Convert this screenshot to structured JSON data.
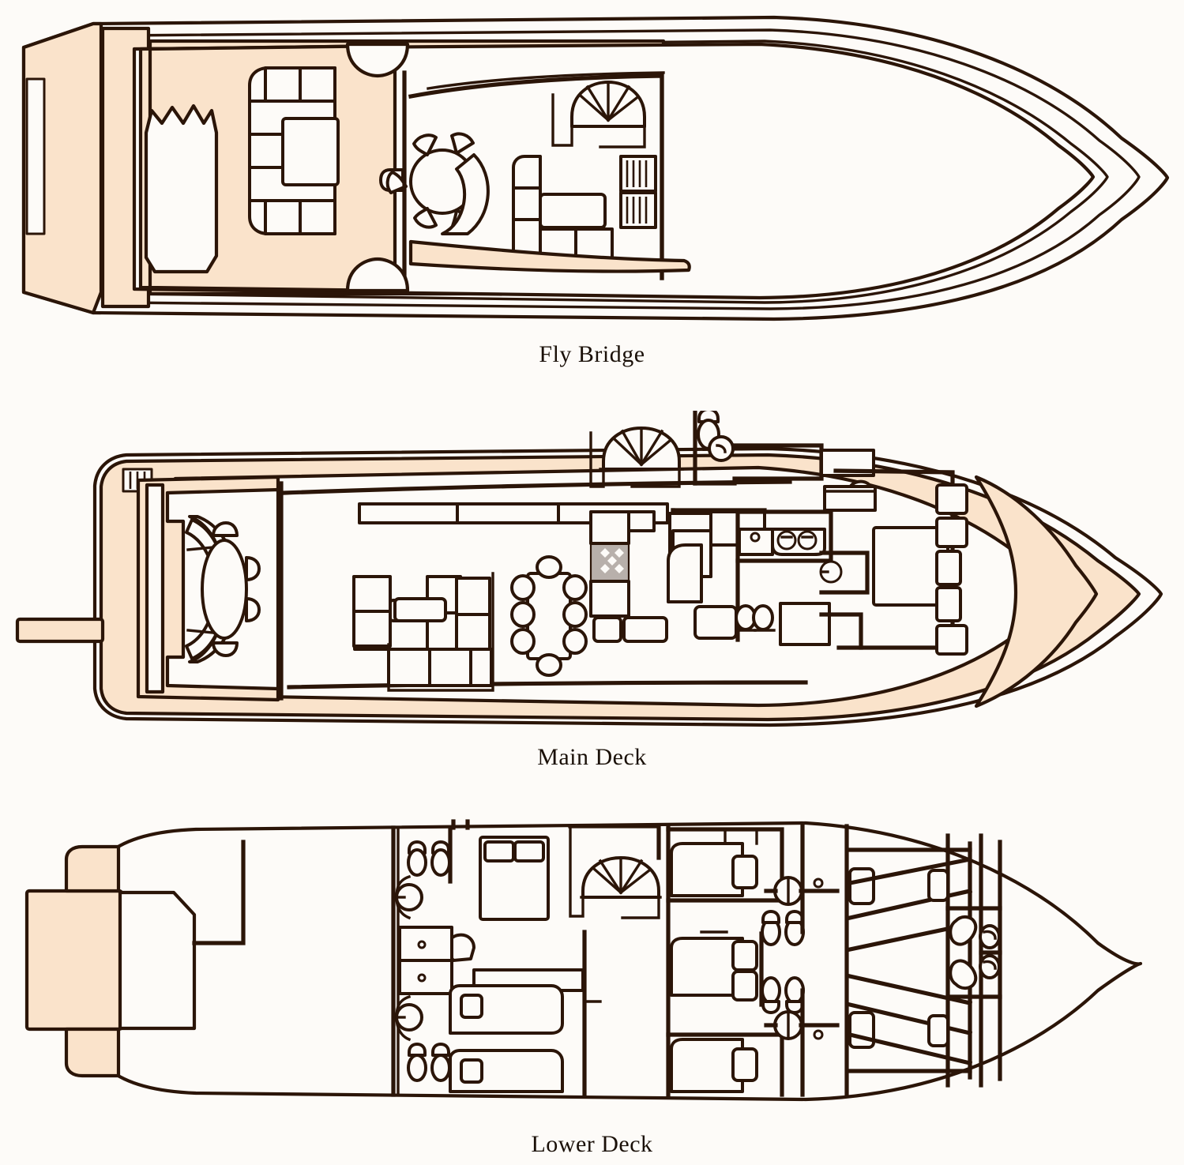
{
  "document": {
    "title": "Yacht General Arrangement Deck Plans",
    "type": "deck-plan-diagram",
    "orientation": "stern-left-bow-right",
    "decks_count": 3
  },
  "palette": {
    "line": "#2b1508",
    "deck_fill": "#fae3cb",
    "interior_fill": "#fdfbf8",
    "page_background": "#fdfbf8",
    "tile_gray": "#b8b0ab"
  },
  "decks": [
    {
      "id": "fly-bridge",
      "caption": "Fly Bridge",
      "order": 1,
      "features": [
        "aft sun pad",
        "U-shaped settee",
        "round dining table with five chairs",
        "spiral staircase",
        "L-shaped sofa grouping",
        "helm console",
        "louvered vents",
        "hardtop overhang"
      ]
    },
    {
      "id": "main-deck",
      "caption": "Main Deck",
      "order": 2,
      "features": [
        "swim platform",
        "aft deck curved settee",
        "oval alfresco table with six chairs",
        "salon L-sofa and armchairs",
        "coffee table",
        "formal dining table with eight chairs",
        "spiral staircase",
        "day head with toilet and basin",
        "galley with sink and four-burner cooktop",
        "tiled galley floor",
        "twin bar stools",
        "master stateroom with king berth",
        "hanging lockers",
        "foredeck"
      ]
    },
    {
      "id": "lower-deck",
      "caption": "Lower Deck",
      "order": 3,
      "features": [
        "engine room",
        "lazarette",
        "VIP stateroom with double berth",
        "two en-suite heads with toilet and basin",
        "spiral staircase",
        "guest cabins with twin berths",
        "nightstands",
        "companionway corridor",
        "crew quarters with angled bunks",
        "crew head with toilets and basins",
        "forepeak"
      ]
    }
  ],
  "captions": {
    "fly_bridge": "Fly Bridge",
    "main_deck": "Main Deck",
    "lower_deck": "Lower Deck"
  }
}
